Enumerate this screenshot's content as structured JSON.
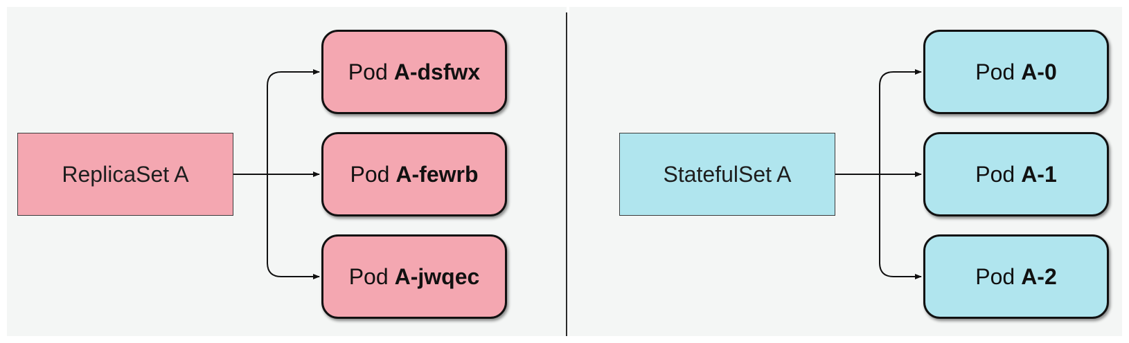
{
  "colors": {
    "replicaset_fill": "#f4a7b1",
    "statefulset_fill": "#b0e5ee",
    "panel_background": "#f4f6f5",
    "stroke": "#111111"
  },
  "left": {
    "set_label": "ReplicaSet A",
    "pods": [
      {
        "prefix": "Pod",
        "name": "A-dsfwx"
      },
      {
        "prefix": "Pod",
        "name": "A-fewrb"
      },
      {
        "prefix": "Pod",
        "name": "A-jwqec"
      }
    ]
  },
  "right": {
    "set_label": "StatefulSet A",
    "pods": [
      {
        "prefix": "Pod",
        "name": "A-0"
      },
      {
        "prefix": "Pod",
        "name": "A-1"
      },
      {
        "prefix": "Pod",
        "name": "A-2"
      }
    ]
  }
}
